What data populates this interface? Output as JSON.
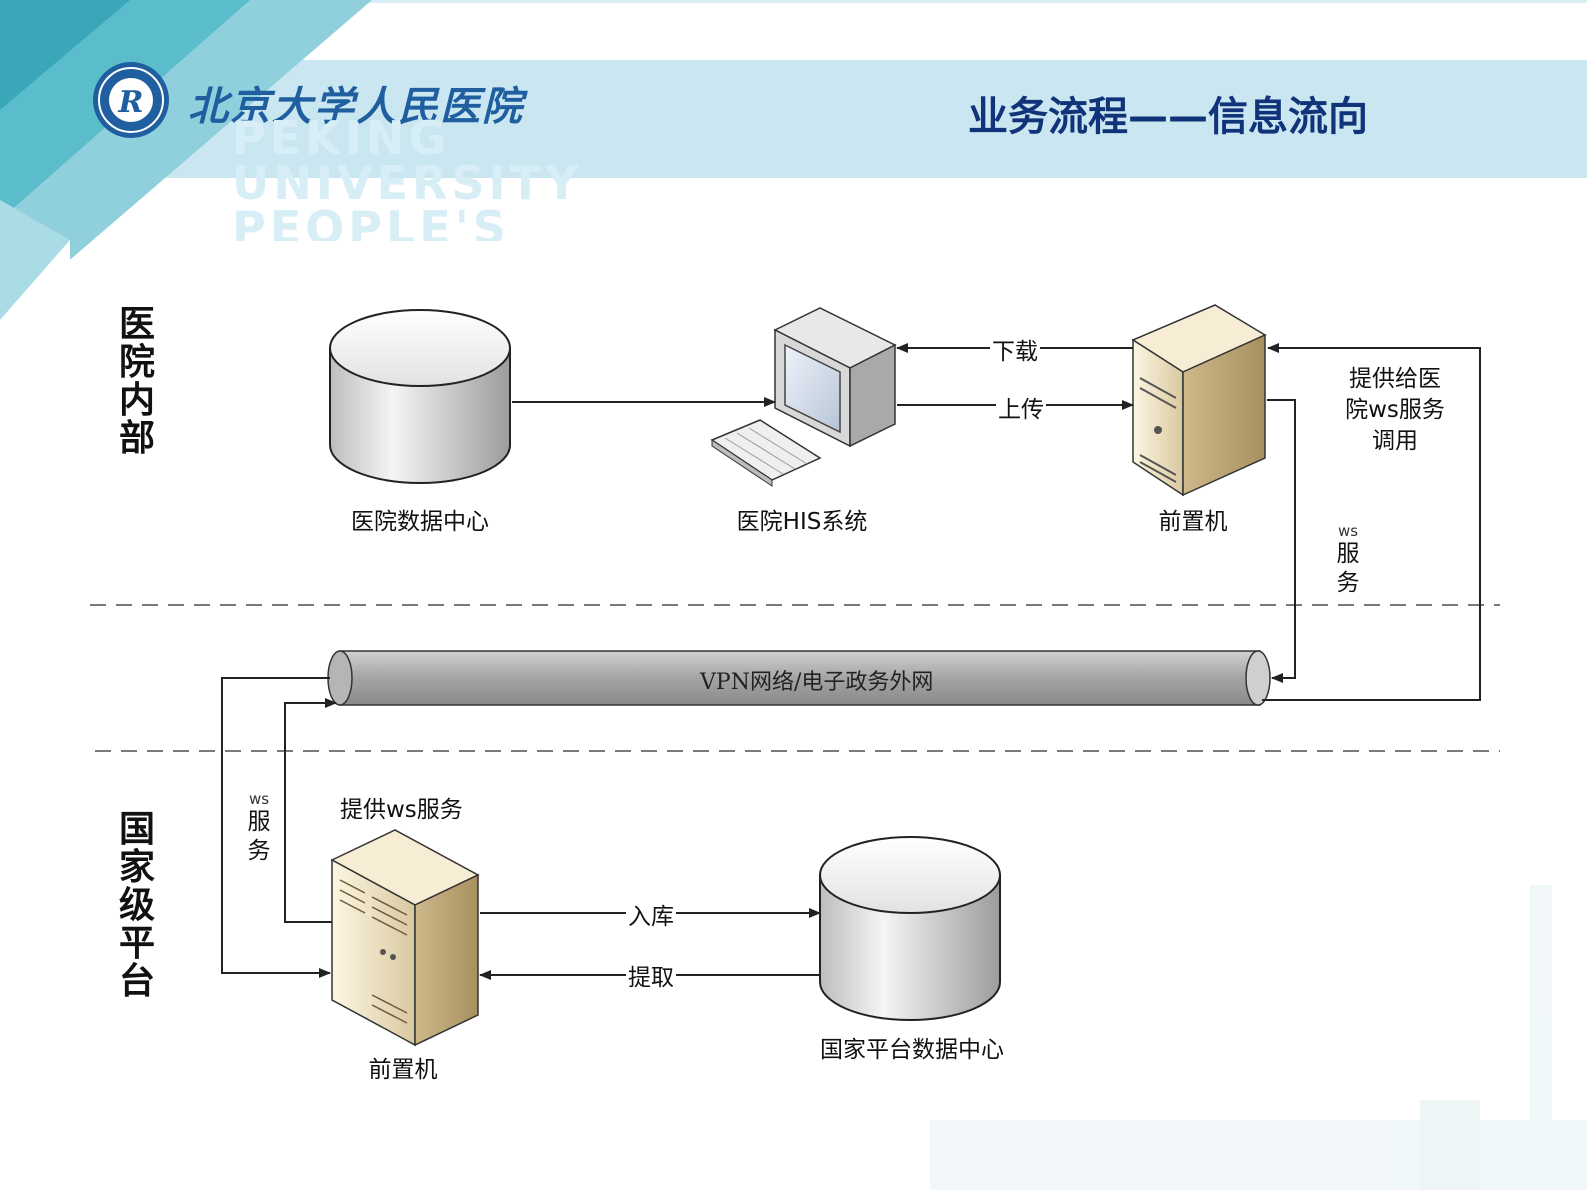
{
  "header": {
    "logo_text": "北京大学人民医院",
    "watermark_lines": [
      "PEKING",
      "UNIVERSITY",
      "PEOPLE'S"
    ],
    "title": "业务流程——信息流向"
  },
  "sections": {
    "hospital_internal": "医院内部",
    "national_platform": "国家级平台"
  },
  "nodes": {
    "hospital_data_center": "医院数据中心",
    "hospital_his": "医院HIS系统",
    "front_machine_top": "前置机",
    "front_machine_bottom": "前置机",
    "national_data_center": "国家平台数据中心"
  },
  "edges": {
    "download": "下载",
    "upload": "上传",
    "store": "入库",
    "extract": "提取"
  },
  "annotations": {
    "provide_ws_to_hospital": [
      "提供给医",
      "院ws服务",
      "调用"
    ],
    "ws_service_right": {
      "ws": "ws",
      "chars": [
        "服",
        "务"
      ]
    },
    "ws_service_left": {
      "ws": "ws",
      "chars": [
        "服",
        "务"
      ]
    },
    "provide_ws": "提供ws服务"
  },
  "network": {
    "vpn": "VPN网络/电子政务外网"
  },
  "colors": {
    "title": "#10337a",
    "logo": "#1f5fa0",
    "header_band": "#c9e6f1",
    "teal": "#5bbdcc",
    "pipe": "#a6a6a6"
  }
}
